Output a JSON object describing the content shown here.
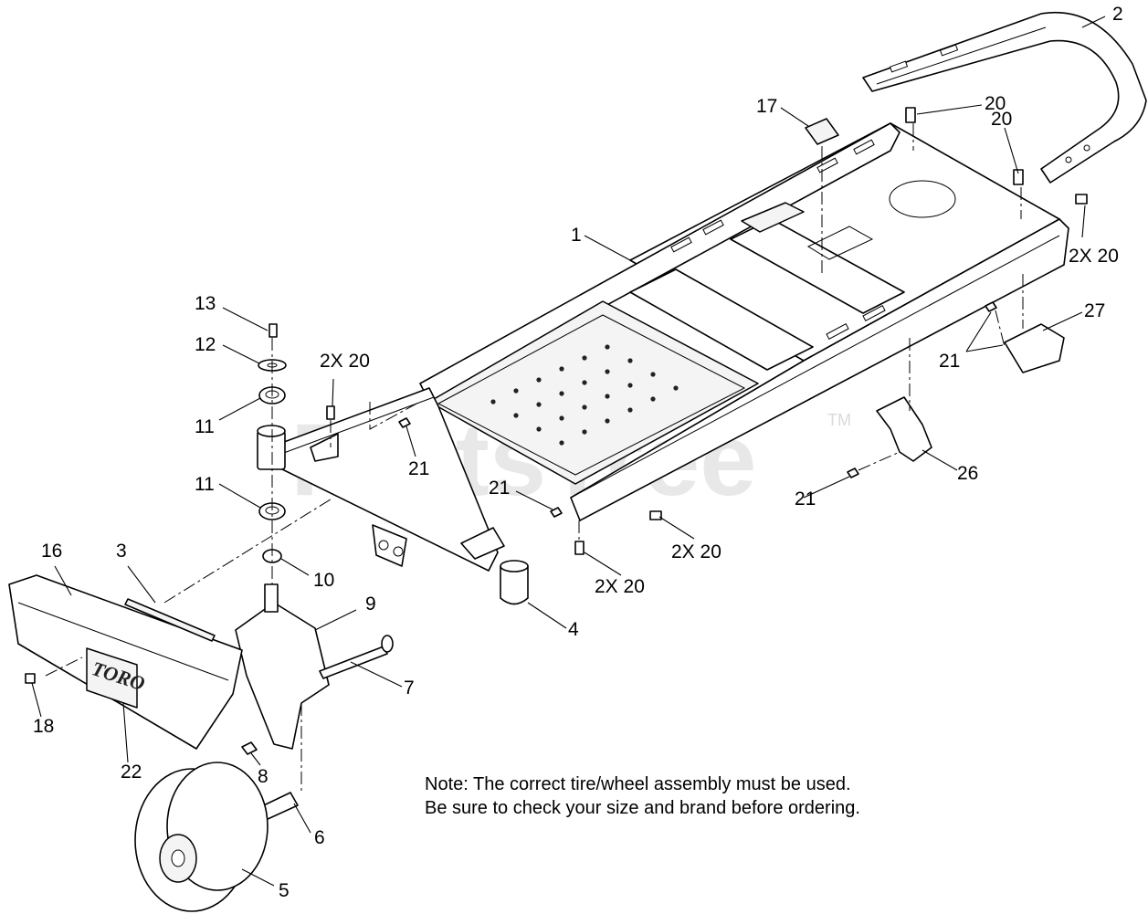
{
  "watermark": {
    "brand": "PartsTree",
    "tm": "TM"
  },
  "note": {
    "line1": "Note: The correct tire/wheel assembly must be used.",
    "line2": "Be sure to check your size and brand before ordering."
  },
  "shield_logo": "TORO",
  "callouts": {
    "c1": "1",
    "c2": "2",
    "c3": "3",
    "c4": "4",
    "c5": "5",
    "c6": "6",
    "c7": "7",
    "c8": "8",
    "c9": "9",
    "c10": "10",
    "c11a": "11",
    "c11b": "11",
    "c12": "12",
    "c13": "13",
    "c16": "16",
    "c17": "17",
    "c18": "18",
    "c20a": "20",
    "c20b": "20",
    "c20_2x_a": "2X 20",
    "c20_2x_b": "2X 20",
    "c20_2x_c": "2X 20",
    "c20_2x_d": "2X 20",
    "c21a": "21",
    "c21b": "21",
    "c21c": "21",
    "c21d": "21",
    "c22": "22",
    "c26": "26",
    "c27": "27"
  }
}
